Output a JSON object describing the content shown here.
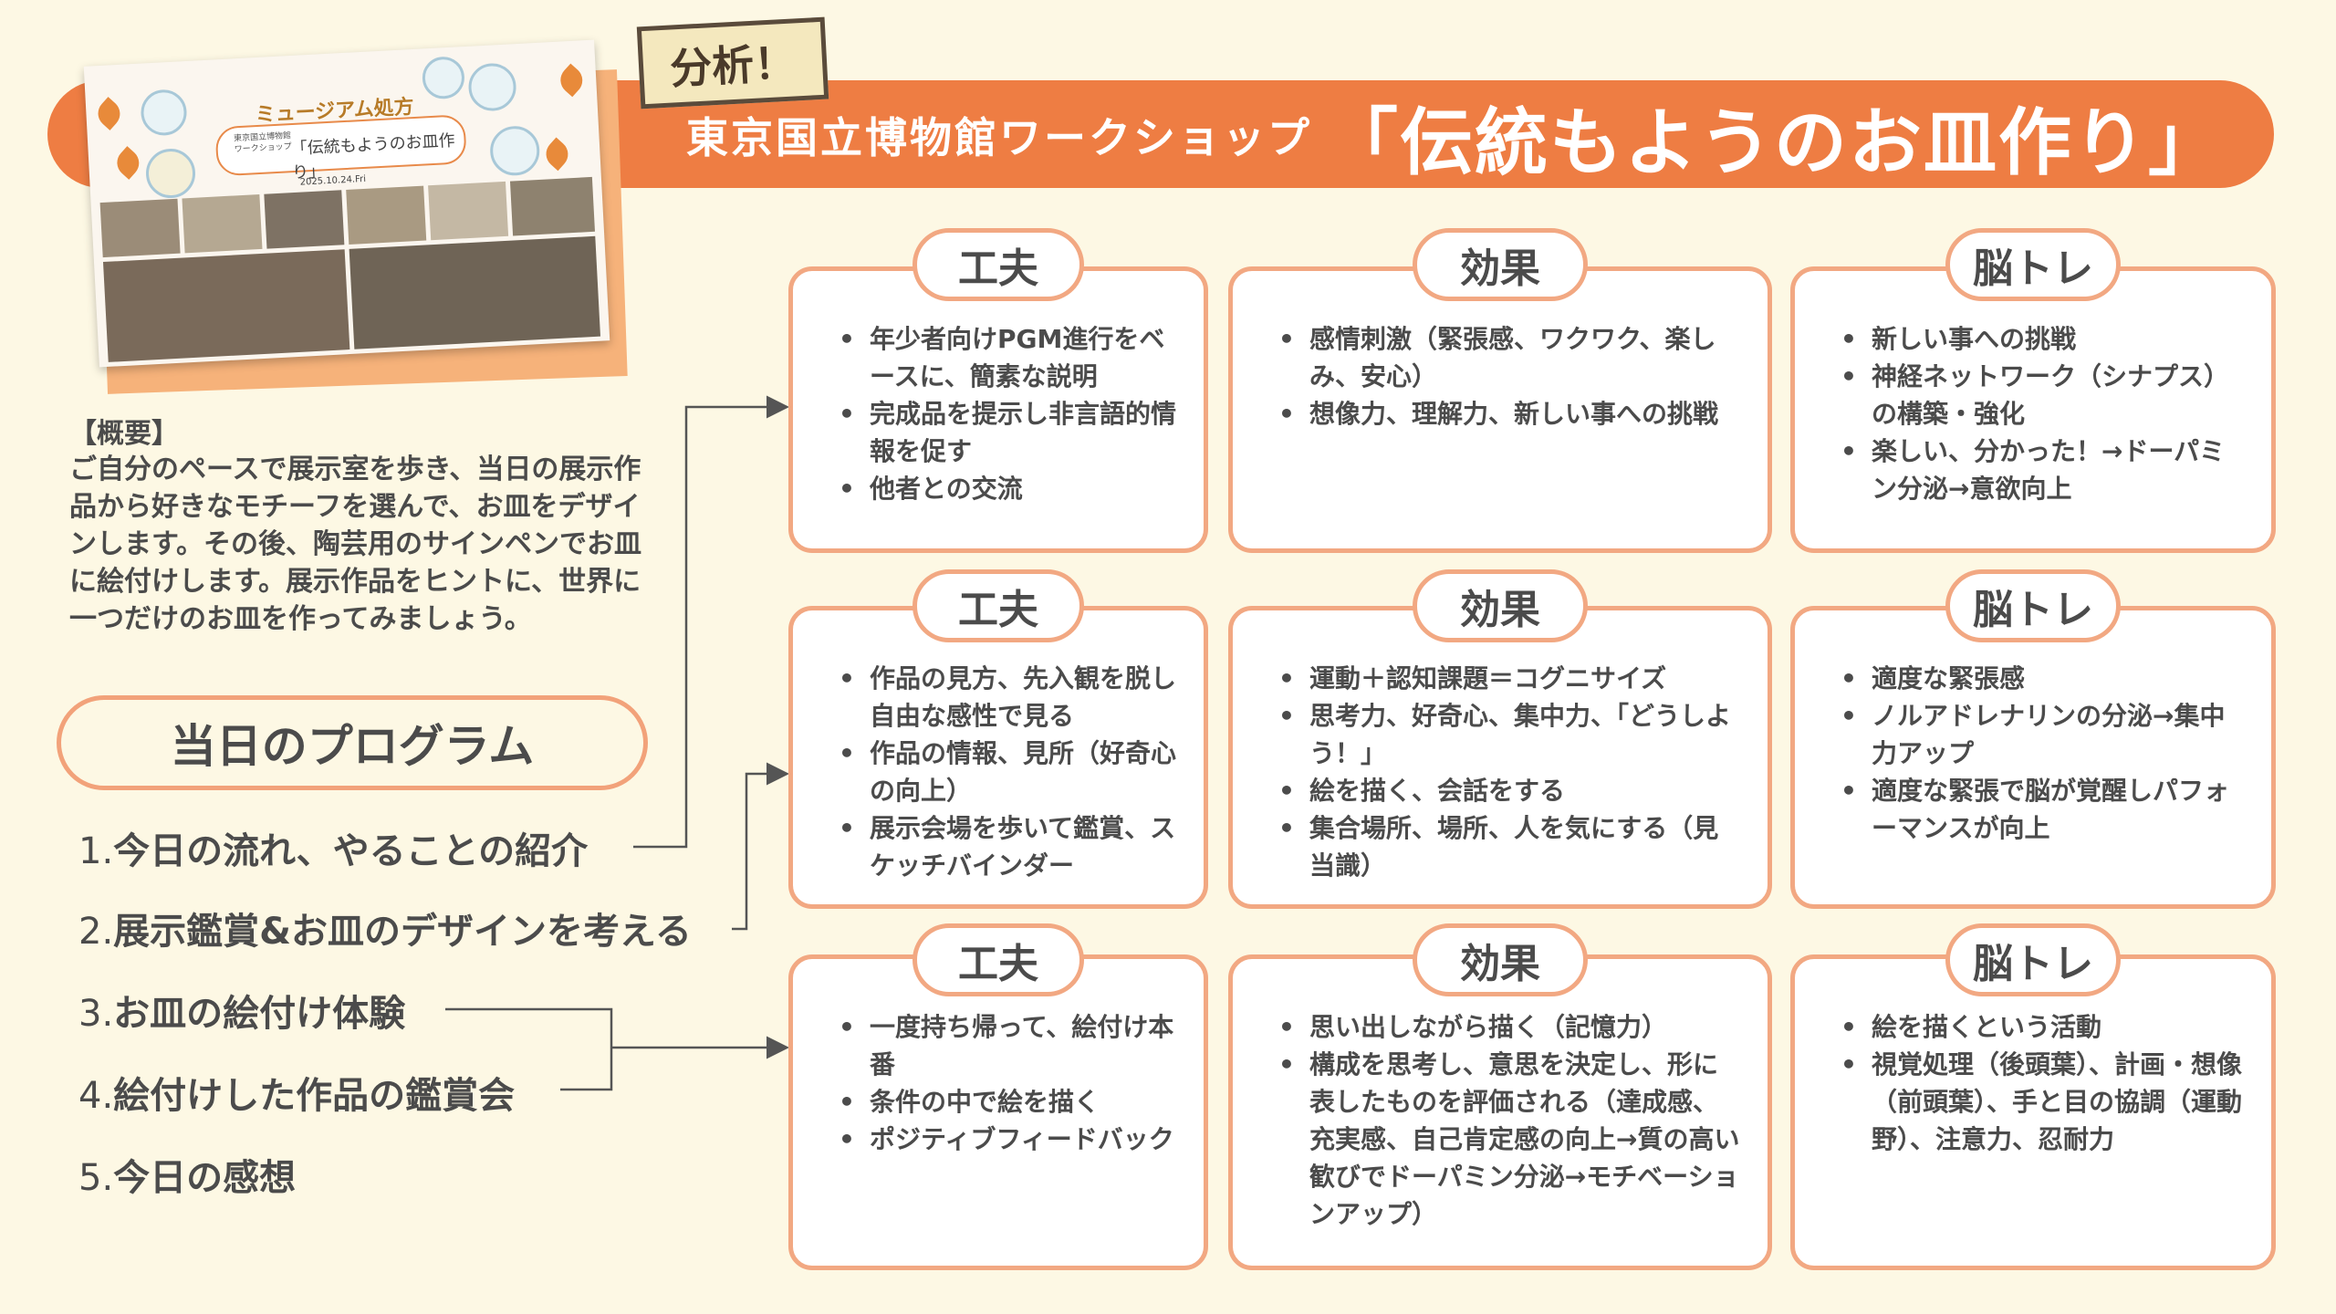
{
  "header": {
    "badge": "分析！",
    "subtitle": "東京国立博物館ワークショップ",
    "title": "「伝統もようのお皿作り」"
  },
  "flyer": {
    "title": "ミュージアム処方",
    "small_line1": "東京国立博物館",
    "small_line2": "ワークショップ",
    "big": "「伝統もようのお皿作り」",
    "date": "2025.10.24.Fri"
  },
  "overview": {
    "title": "【概要】",
    "body": "ご自分のペースで展示室を歩き、当日の展示作品から好きなモチーフを選んで、お皿をデザインします。その後、陶芸用のサインペンでお皿に絵付けします。展示作品をヒントに、世界に一つだけのお皿を作ってみましょう。"
  },
  "program": {
    "title": "当日のプログラム",
    "items": [
      {
        "num": "1.",
        "text": "今日の流れ、やることの紹介"
      },
      {
        "num": "2.",
        "text": "展示鑑賞&お皿のデザインを考える"
      },
      {
        "num": "3.",
        "text": "お皿の絵付け体験"
      },
      {
        "num": "4.",
        "text": "絵付けした作品の鑑賞会"
      },
      {
        "num": "5.",
        "text": "今日の感想"
      }
    ]
  },
  "rows": [
    {
      "kufu": {
        "label": "工夫",
        "bullets": [
          "年少者向けPGM進行をベースに、簡素な説明",
          "完成品を提示し非言語的情報を促す",
          "他者との交流"
        ]
      },
      "koka": {
        "label": "効果",
        "bullets": [
          "感情刺激（緊張感、ワクワク、楽しみ、安心）",
          "想像力、理解力、新しい事への挑戦"
        ]
      },
      "notore": {
        "label": "脳トレ",
        "bullets": [
          "新しい事への挑戦",
          "神経ネットワーク（シナプス）の構築・強化",
          "楽しい、分かった！→ドーパミン分泌→意欲向上"
        ]
      }
    },
    {
      "kufu": {
        "label": "工夫",
        "bullets": [
          "作品の見方、先入観を脱し自由な感性で見る",
          "作品の情報、見所（好奇心の向上）",
          "展示会場を歩いて鑑賞、スケッチバインダー"
        ]
      },
      "koka": {
        "label": "効果",
        "bullets": [
          "運動＋認知課題＝コグニサイズ",
          "思考力、好奇心、集中力、「どうしよう！」",
          "絵を描く、会話をする",
          "集合場所、場所、人を気にする（見当識）"
        ]
      },
      "notore": {
        "label": "脳トレ",
        "bullets": [
          "適度な緊張感",
          "ノルアドレナリンの分泌→集中力アップ",
          "適度な緊張で脳が覚醒しパフォーマンスが向上"
        ]
      }
    },
    {
      "kufu": {
        "label": "工夫",
        "bullets": [
          "一度持ち帰って、絵付け本番",
          "条件の中で絵を描く",
          "ポジティブフィードバック"
        ]
      },
      "koka": {
        "label": "効果",
        "bullets": [
          "思い出しながら描く（記憶力）",
          "構成を思考し、意思を決定し、形に表したものを評価される（達成感、充実感、自己肯定感の向上→質の高い歓びでドーパミン分泌→モチベーションアップ）"
        ]
      },
      "notore": {
        "label": "脳トレ",
        "bullets": [
          "絵を描くという活動",
          "視覚処理（後頭葉）、計画・想像（前頭葉）、手と目の協調（運動野）、注意力、忍耐力"
        ]
      }
    }
  ],
  "colors": {
    "accent": "#ee7d43",
    "border": "#f2a882",
    "background": "#fdf8e4",
    "text": "#4b4b4b"
  }
}
